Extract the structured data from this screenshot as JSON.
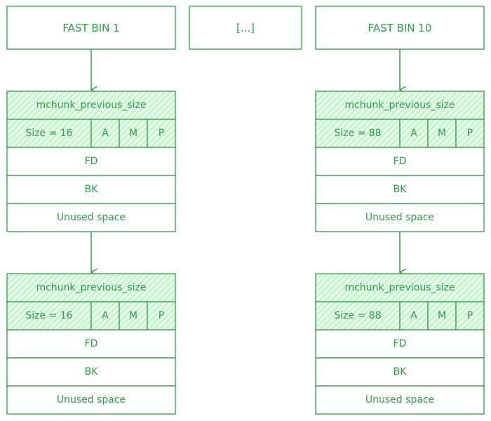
{
  "colors": {
    "stroke": "#2f9e44",
    "hatch_fill": "#b2f2bb",
    "background": "#ffffff"
  },
  "headers": [
    {
      "label": "FAST BIN 1"
    },
    {
      "label": "[...]"
    },
    {
      "label": "FAST BIN 10"
    }
  ],
  "chunks": [
    {
      "prev_size": "mchunk_previous_size",
      "size": "Size = 16",
      "flags": [
        "A",
        "M",
        "P"
      ],
      "fd": "FD",
      "bk": "BK",
      "unused": "Unused space"
    },
    {
      "prev_size": "mchunk_previous_size",
      "size": "Size = 16",
      "flags": [
        "A",
        "M",
        "P"
      ],
      "fd": "FD",
      "bk": "BK",
      "unused": "Unused space"
    },
    {
      "prev_size": "mchunk_previous_size",
      "size": "Size = 88",
      "flags": [
        "A",
        "M",
        "P"
      ],
      "fd": "FD",
      "bk": "BK",
      "unused": "Unused space"
    },
    {
      "prev_size": "mchunk_previous_size",
      "size": "Size = 88",
      "flags": [
        "A",
        "M",
        "P"
      ],
      "fd": "FD",
      "bk": "BK",
      "unused": "Unused space"
    }
  ]
}
